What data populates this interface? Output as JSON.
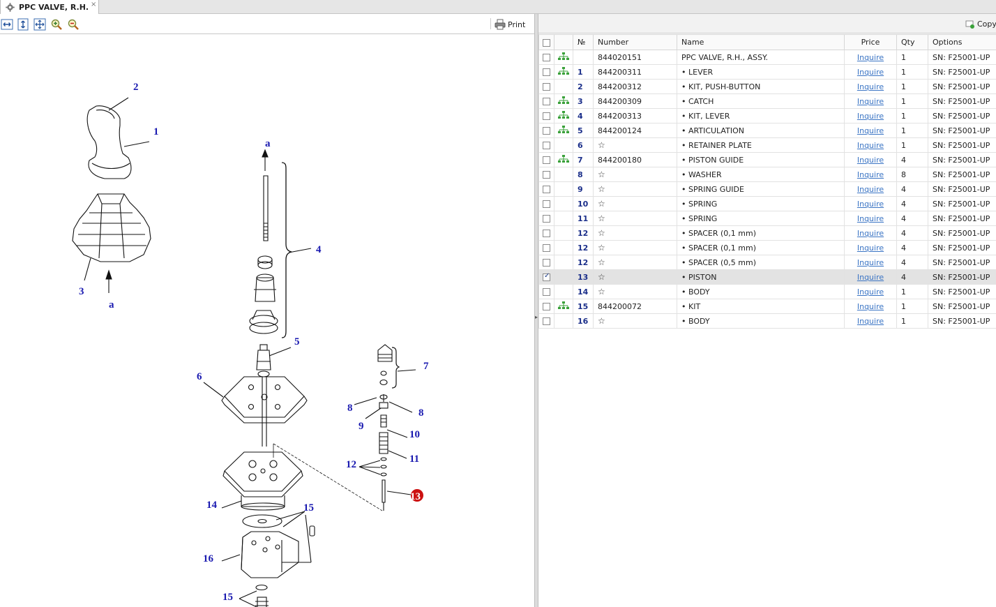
{
  "tab": {
    "title": "PPC VALVE, R.H.",
    "icon": "gear-icon",
    "close_glyph": "×"
  },
  "toolbar": {
    "buttons": [
      {
        "name": "fit-width-icon",
        "glyph": "↔"
      },
      {
        "name": "fit-height-icon",
        "glyph": "↕"
      },
      {
        "name": "fit-all-icon",
        "glyph": "⊕"
      },
      {
        "name": "zoom-in-icon",
        "glyph": "+"
      },
      {
        "name": "zoom-out-icon",
        "glyph": "−"
      }
    ],
    "print_label": "Print"
  },
  "right_toolbar": {
    "copy_label": "Copy"
  },
  "drawing": {
    "callouts": [
      "2",
      "1",
      "3",
      "a",
      "a",
      "4",
      "5",
      "6",
      "7",
      "8",
      "8",
      "9",
      "10",
      "11",
      "12",
      "13",
      "14",
      "15",
      "16",
      "15"
    ],
    "highlighted_callout": "13"
  },
  "table": {
    "headers": {
      "no": "№",
      "number": "Number",
      "name": "Name",
      "price": "Price",
      "qty": "Qty",
      "options": "Options"
    },
    "rows": [
      {
        "checked": false,
        "tree": true,
        "no": "",
        "number": "844020151",
        "star": false,
        "name": "PPC VALVE, R.H., ASSY.",
        "price": "Inquire",
        "qty": "1",
        "options": "SN: F25001-UP"
      },
      {
        "checked": false,
        "tree": true,
        "no": "1",
        "number": "844200311",
        "star": false,
        "name": "• LEVER",
        "price": "Inquire",
        "qty": "1",
        "options": "SN: F25001-UP"
      },
      {
        "checked": false,
        "tree": false,
        "no": "2",
        "number": "844200312",
        "star": false,
        "name": "• KIT, PUSH-BUTTON",
        "price": "Inquire",
        "qty": "1",
        "options": "SN: F25001-UP"
      },
      {
        "checked": false,
        "tree": true,
        "no": "3",
        "number": "844200309",
        "star": false,
        "name": "• CATCH",
        "price": "Inquire",
        "qty": "1",
        "options": "SN: F25001-UP"
      },
      {
        "checked": false,
        "tree": true,
        "no": "4",
        "number": "844200313",
        "star": false,
        "name": "• KIT, LEVER",
        "price": "Inquire",
        "qty": "1",
        "options": "SN: F25001-UP"
      },
      {
        "checked": false,
        "tree": true,
        "no": "5",
        "number": "844200124",
        "star": false,
        "name": "• ARTICULATION",
        "price": "Inquire",
        "qty": "1",
        "options": "SN: F25001-UP"
      },
      {
        "checked": false,
        "tree": false,
        "no": "6",
        "number": "",
        "star": true,
        "name": "• RETAINER PLATE",
        "price": "Inquire",
        "qty": "1",
        "options": "SN: F25001-UP"
      },
      {
        "checked": false,
        "tree": true,
        "no": "7",
        "number": "844200180",
        "star": false,
        "name": "• PISTON GUIDE",
        "price": "Inquire",
        "qty": "4",
        "options": "SN: F25001-UP"
      },
      {
        "checked": false,
        "tree": false,
        "no": "8",
        "number": "",
        "star": true,
        "name": "• WASHER",
        "price": "Inquire",
        "qty": "8",
        "options": "SN: F25001-UP"
      },
      {
        "checked": false,
        "tree": false,
        "no": "9",
        "number": "",
        "star": true,
        "name": "• SPRING GUIDE",
        "price": "Inquire",
        "qty": "4",
        "options": "SN: F25001-UP"
      },
      {
        "checked": false,
        "tree": false,
        "no": "10",
        "number": "",
        "star": true,
        "name": "• SPRING",
        "price": "Inquire",
        "qty": "4",
        "options": "SN: F25001-UP"
      },
      {
        "checked": false,
        "tree": false,
        "no": "11",
        "number": "",
        "star": true,
        "name": "• SPRING",
        "price": "Inquire",
        "qty": "4",
        "options": "SN: F25001-UP"
      },
      {
        "checked": false,
        "tree": false,
        "no": "12",
        "number": "",
        "star": true,
        "name": "• SPACER (0,1 mm)",
        "price": "Inquire",
        "qty": "4",
        "options": "SN: F25001-UP"
      },
      {
        "checked": false,
        "tree": false,
        "no": "12",
        "number": "",
        "star": true,
        "name": "• SPACER (0,1 mm)",
        "price": "Inquire",
        "qty": "4",
        "options": "SN: F25001-UP"
      },
      {
        "checked": false,
        "tree": false,
        "no": "12",
        "number": "",
        "star": true,
        "name": "• SPACER (0,5 mm)",
        "price": "Inquire",
        "qty": "4",
        "options": "SN: F25001-UP"
      },
      {
        "checked": true,
        "tree": false,
        "no": "13",
        "number": "",
        "star": true,
        "name": "• PISTON",
        "price": "Inquire",
        "qty": "4",
        "options": "SN: F25001-UP"
      },
      {
        "checked": false,
        "tree": false,
        "no": "14",
        "number": "",
        "star": true,
        "name": "• BODY",
        "price": "Inquire",
        "qty": "1",
        "options": "SN: F25001-UP"
      },
      {
        "checked": false,
        "tree": true,
        "no": "15",
        "number": "844200072",
        "star": false,
        "name": "• KIT",
        "price": "Inquire",
        "qty": "1",
        "options": "SN: F25001-UP"
      },
      {
        "checked": false,
        "tree": false,
        "no": "16",
        "number": "",
        "star": true,
        "name": "• BODY",
        "price": "Inquire",
        "qty": "1",
        "options": "SN: F25001-UP"
      }
    ]
  },
  "colors": {
    "callout_text": "#1a1ab0",
    "highlight": "#cc1111",
    "link": "#3a74c4"
  }
}
